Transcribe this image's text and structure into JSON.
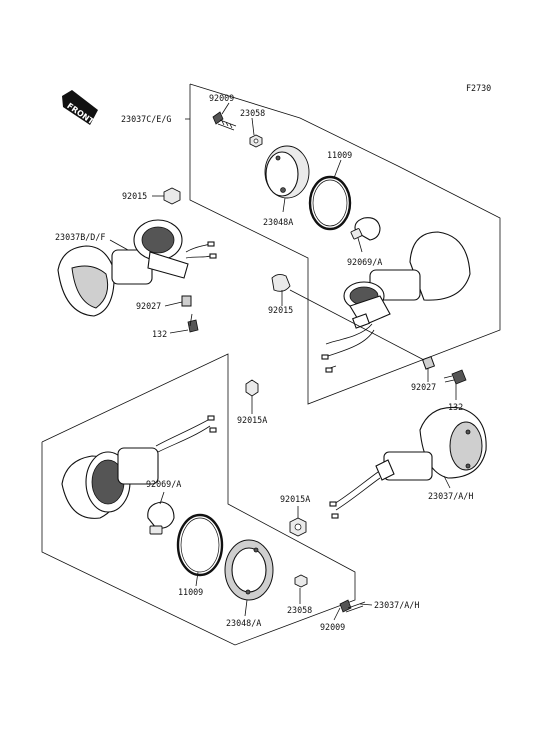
{
  "figure_code": "F2730",
  "front_badge": "FRONT",
  "labels": {
    "top_clamp_top": "92009",
    "top_nut": "23058",
    "top_assy": "23037C/E/G",
    "top_ring": "11009",
    "top_92015": "92015",
    "top_lens": "23048A",
    "left_assy": "23037B/D/F",
    "top_bulb": "92069/A",
    "top_collar": "92027",
    "mid_92015": "92015",
    "top_bolt": "132",
    "right_collar": "92027",
    "right_bolt": "132",
    "lower_nut_a": "92015A",
    "lower_bulb": "92069/A",
    "lower_92015a_r": "92015A",
    "lower_right_assy": "23037/A/H",
    "lower_ring": "11009",
    "lower_lens": "23048/A",
    "lower_nut": "23058",
    "lower_assy_2": "23037/A/H",
    "lower_screw": "92009"
  }
}
